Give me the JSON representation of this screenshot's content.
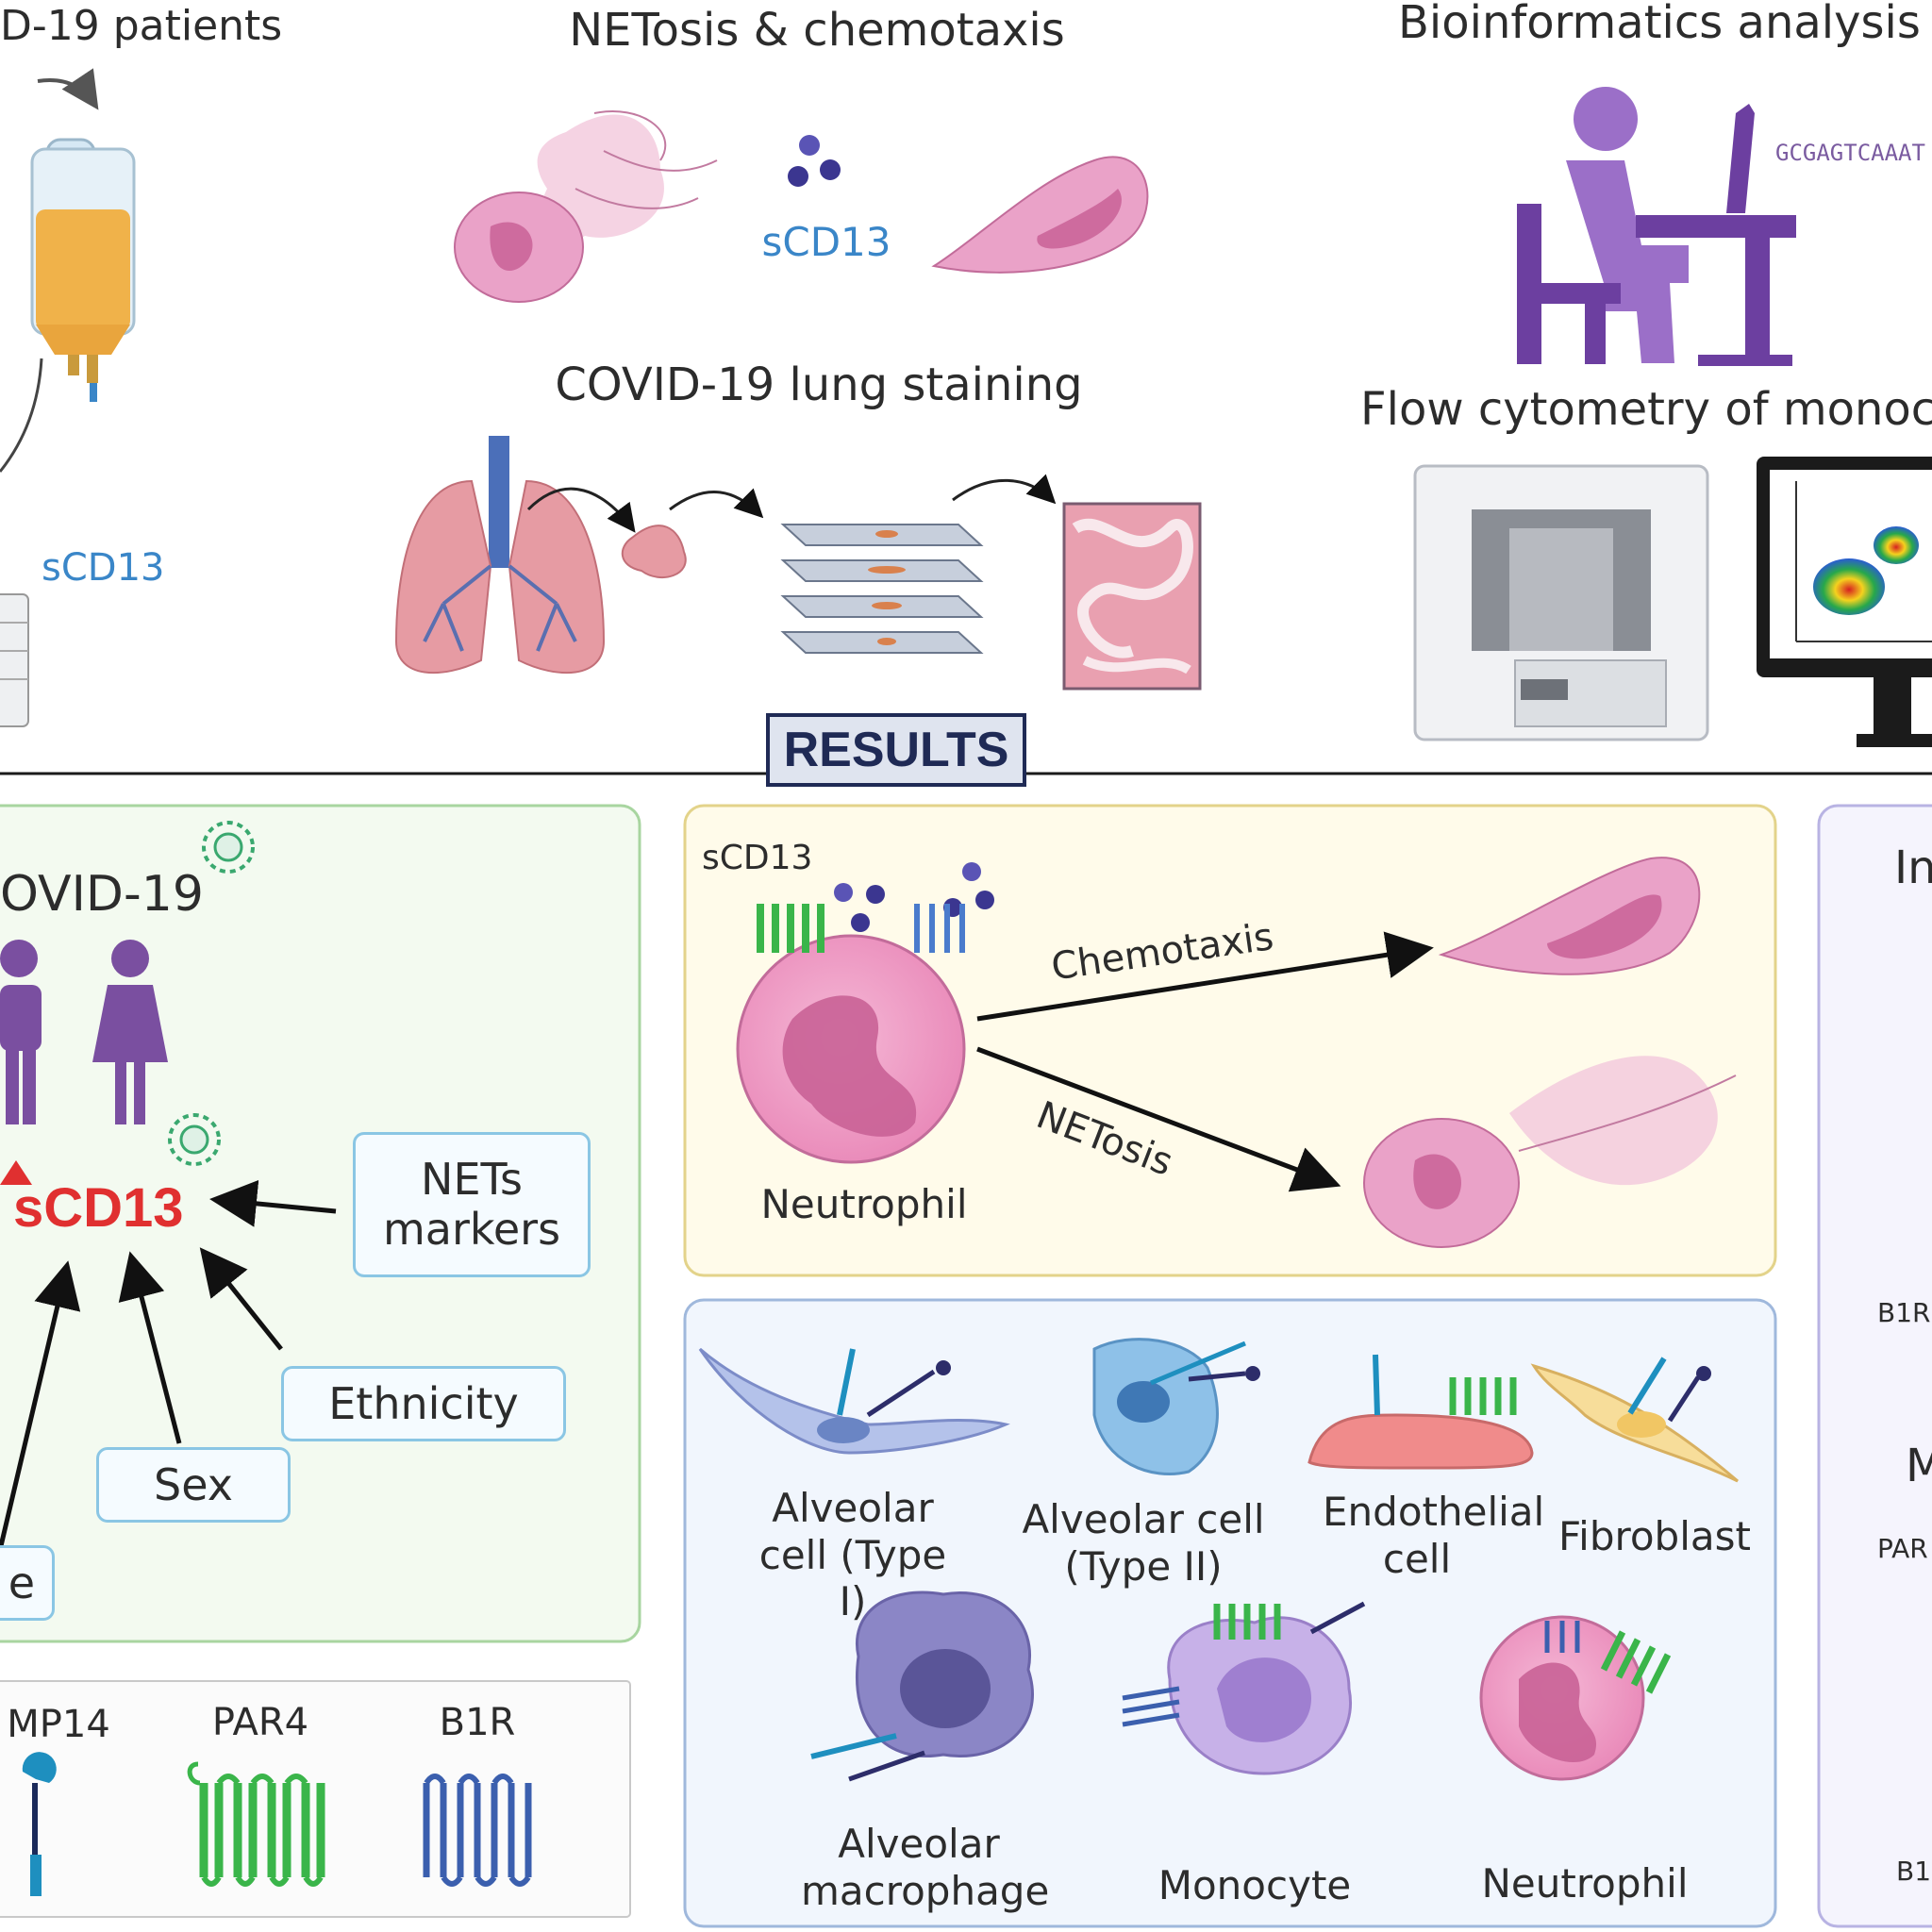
{
  "colors": {
    "purple": "#7a4fa0",
    "green_panel_border": "#a8d5a0",
    "yellow_panel_border": "#e3d38a",
    "blue_panel_border": "#9fb8dc",
    "sCD13_blue": "#3a86c8",
    "sCD13_red": "#e03030",
    "results_border": "#1f2a55"
  },
  "top": {
    "col1_title": "D-19 patients",
    "col1_scd13": "sCD13",
    "netosis_title": "NETosis & chemotaxis",
    "netosis_scd13": "sCD13",
    "lung_title": "COVID-19 lung staining",
    "bioinfo_title": "Bioinformatics analysis",
    "sequence_text": "GCGAGTCAAAT",
    "flow_title": "Flow cytometry of monoc"
  },
  "results_label": "RESULTS",
  "left_panel": {
    "title": "OVID-19",
    "center_label": "sCD13",
    "factor_boxes": {
      "nets_markers": "NETs markers",
      "ethnicity": "Ethnicity",
      "sex": "Sex",
      "age_fragment": "e"
    },
    "icons": [
      "virus-icon",
      "virus-icon",
      "male-person-icon",
      "female-person-icon"
    ]
  },
  "receptor_legend": {
    "labels": [
      "MP14",
      "PAR4",
      "B1R"
    ]
  },
  "middle_top_panel": {
    "scd13_label": "sCD13",
    "neutrophil_label": "Neutrophil",
    "chemotaxis_label": "Chemotaxis",
    "netosis_label": "NETosis"
  },
  "middle_bottom_panel": {
    "cells": [
      "Alveolar cell (Type I)",
      "Alveolar cell (Type II)",
      "Endothelial cell",
      "Fibroblast",
      "Alveolar macrophage",
      "Monocyte",
      "Neutrophil"
    ]
  },
  "right_panel": {
    "fragments": [
      "In",
      "B1R",
      "M",
      "PAR",
      "B1"
    ]
  }
}
